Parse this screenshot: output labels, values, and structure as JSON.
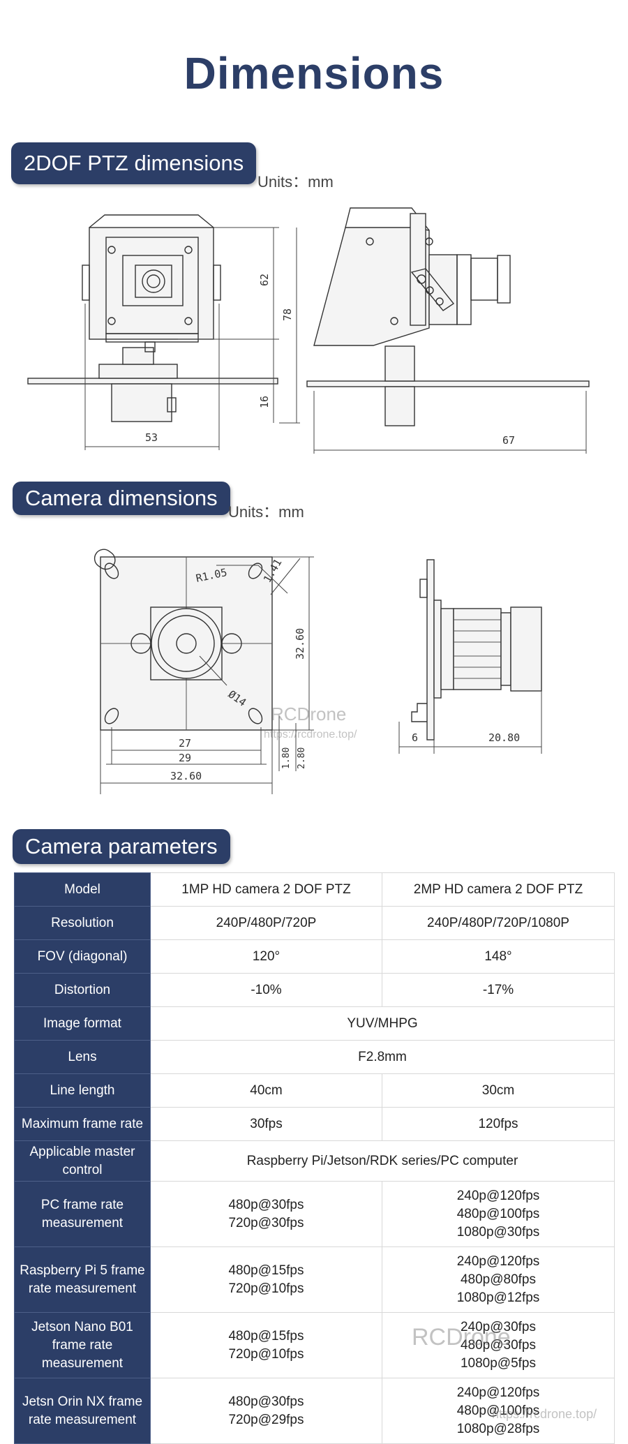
{
  "page_title": "Dimensions",
  "sections": {
    "ptz": {
      "title": "2DOF PTZ dimensions",
      "units": "Units：mm"
    },
    "camera": {
      "title": "Camera dimensions",
      "units": "Units：mm"
    },
    "params": {
      "title": "Camera parameters"
    }
  },
  "ptz_drawing": {
    "dim_62": "62",
    "dim_78": "78",
    "dim_16": "16",
    "dim_53": "53",
    "dim_67": "67"
  },
  "camera_drawing": {
    "dim_r105": "R1.05",
    "dim_141": "1.41",
    "dim_3260_v": "32.60",
    "dim_d14": "Ø14",
    "dim_27": "27",
    "dim_29": "29",
    "dim_3260_h": "32.60",
    "dim_180": "1.80",
    "dim_280": "2.80",
    "dim_6": "6",
    "dim_2080": "20.80"
  },
  "watermark": {
    "brand": "RCDrone",
    "url": "https://rcdrone.top/"
  },
  "table": {
    "rows": [
      {
        "label": "Model",
        "a": "1MP HD camera 2 DOF PTZ",
        "b": "2MP HD camera 2 DOF PTZ"
      },
      {
        "label": "Resolution",
        "a": "240P/480P/720P",
        "b": "240P/480P/720P/1080P"
      },
      {
        "label": "FOV (diagonal)",
        "a": "120°",
        "b": "148°"
      },
      {
        "label": "Distortion",
        "a": "-10%",
        "b": "-17%"
      },
      {
        "label": "Image format",
        "span": "YUV/MHPG"
      },
      {
        "label": "Lens",
        "span": "F2.8mm"
      },
      {
        "label": "Line length",
        "a": "40cm",
        "b": "30cm"
      },
      {
        "label": "Maximum frame rate",
        "a": "30fps",
        "b": "120fps"
      },
      {
        "label": "Applicable master control",
        "span": "Raspberry Pi/Jetson/RDK series/PC computer"
      },
      {
        "label": "PC frame rate measurement",
        "a": "480p@30fps\n720p@30fps",
        "b": "240p@120fps\n480p@100fps\n1080p@30fps"
      },
      {
        "label": "Raspberry Pi 5 frame rate measurement",
        "a": "480p@15fps\n720p@10fps",
        "b": "240p@120fps\n480p@80fps\n1080p@12fps"
      },
      {
        "label": "Jetson Nano B01 frame rate measurement",
        "a": "480p@15fps\n720p@10fps",
        "b": "240p@30fps\n480p@30fps\n1080p@5fps"
      },
      {
        "label": "Jetsn Orin NX frame rate measurement",
        "a": "480p@30fps\n720p@29fps",
        "b": "240p@120fps\n480p@100fps\n1080p@28fps"
      }
    ]
  }
}
